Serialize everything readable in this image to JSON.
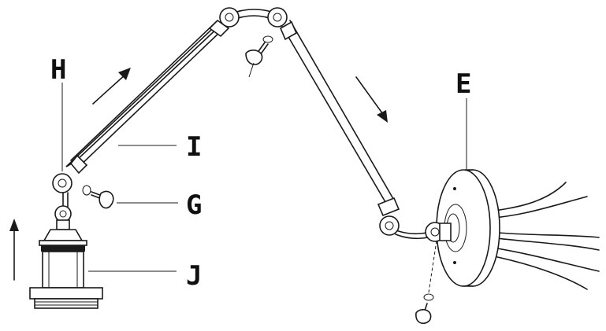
{
  "labels": {
    "h": "H",
    "i": "I",
    "g": "G",
    "j": "J",
    "e": "E"
  },
  "parts": [
    "lamp-socket",
    "lower-arm",
    "upper-arm",
    "wing-screw",
    "wall-base",
    "power-wires"
  ]
}
